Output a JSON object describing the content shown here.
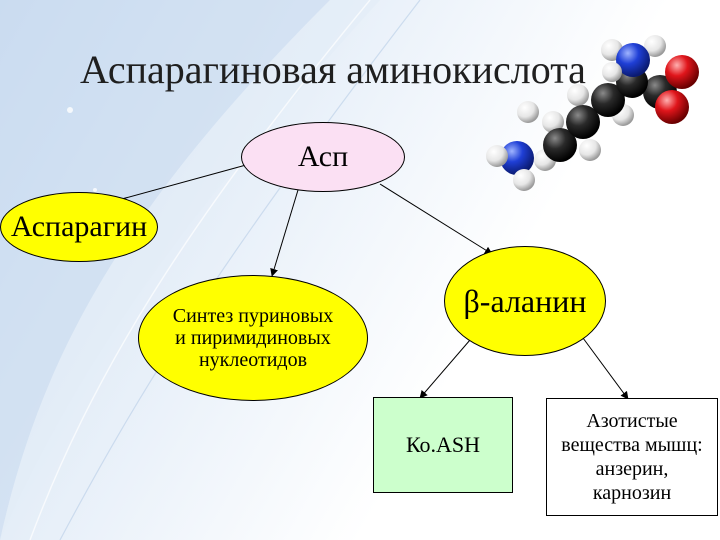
{
  "title": "Аспарагиновая аминокислота",
  "nodes": {
    "asp": "Асп",
    "asparagin": "Аспарагин",
    "synthesis": [
      "Синтез пуриновых",
      "и пиримидиновых",
      "нуклеотидов"
    ],
    "alanin": "β-аланин",
    "koa": "Ко.ASH",
    "azot": [
      "Азотистые",
      "вещества мышц:",
      "анзерин,",
      "карнозин"
    ]
  },
  "colors": {
    "asp_fill": "#fbe0f3",
    "yellow_fill": "#ffff00",
    "green_fill": "#ccffcc",
    "atom_carbon": "#1a1a1a",
    "atom_nitrogen": "#1f3fd6",
    "atom_oxygen": "#e0151b",
    "atom_hydrogen": "#f2f2f2"
  },
  "molecule_image": "molecule-3d-model"
}
